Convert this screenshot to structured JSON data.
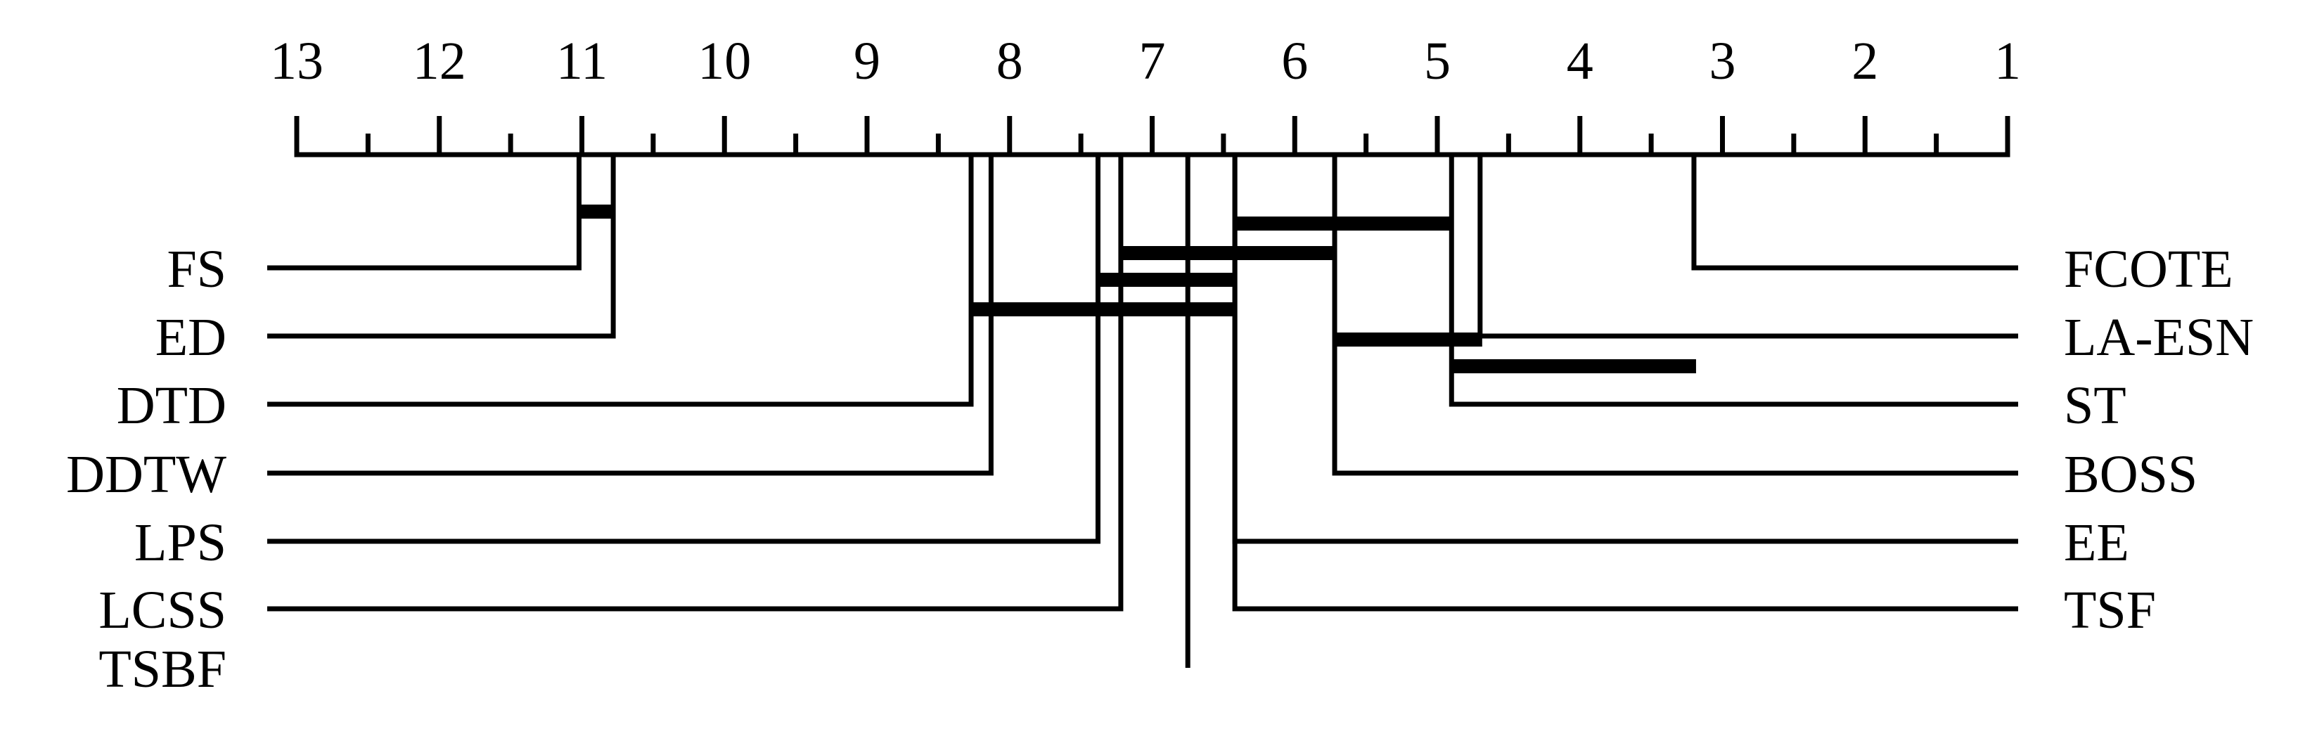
{
  "chart_data": {
    "type": "critical-difference-diagram",
    "title": "",
    "axis": {
      "min": 1,
      "max": 13,
      "reversed": true,
      "major_ticks": [
        13,
        12,
        11,
        10,
        9,
        8,
        7,
        6,
        5,
        4,
        3,
        2,
        1
      ],
      "minor_ticks": [
        12.5,
        11.5,
        10.5,
        9.5,
        8.5,
        7.5,
        6.5,
        5.5,
        4.5,
        3.5,
        2.5,
        1.5
      ]
    },
    "methods_left": [
      {
        "name": "FS",
        "rank": 11.02
      },
      {
        "name": "ED",
        "rank": 10.78
      },
      {
        "name": "DTD",
        "rank": 8.27
      },
      {
        "name": "DDTW",
        "rank": 8.13
      },
      {
        "name": "LPS",
        "rank": 7.38
      },
      {
        "name": "LCSS",
        "rank": 7.22
      },
      {
        "name": "TSBF",
        "rank": 6.75
      }
    ],
    "methods_right": [
      {
        "name": "FCOTE",
        "rank": 3.2
      },
      {
        "name": "LA-ESN",
        "rank": 4.7
      },
      {
        "name": "ST",
        "rank": 4.9
      },
      {
        "name": "BOSS",
        "rank": 5.72
      },
      {
        "name": "EE",
        "rank": 6.42
      },
      {
        "name": "TSF",
        "rank": 6.42
      }
    ],
    "cliques": [
      {
        "from": 11.02,
        "to": 10.78
      },
      {
        "from": 6.42,
        "to": 4.9
      },
      {
        "from": 7.22,
        "to": 5.72
      },
      {
        "from": 7.38,
        "to": 6.42
      },
      {
        "from": 8.27,
        "to": 6.42
      },
      {
        "from": 5.72,
        "to": 4.7
      },
      {
        "from": 4.9,
        "to": 3.2
      }
    ]
  }
}
